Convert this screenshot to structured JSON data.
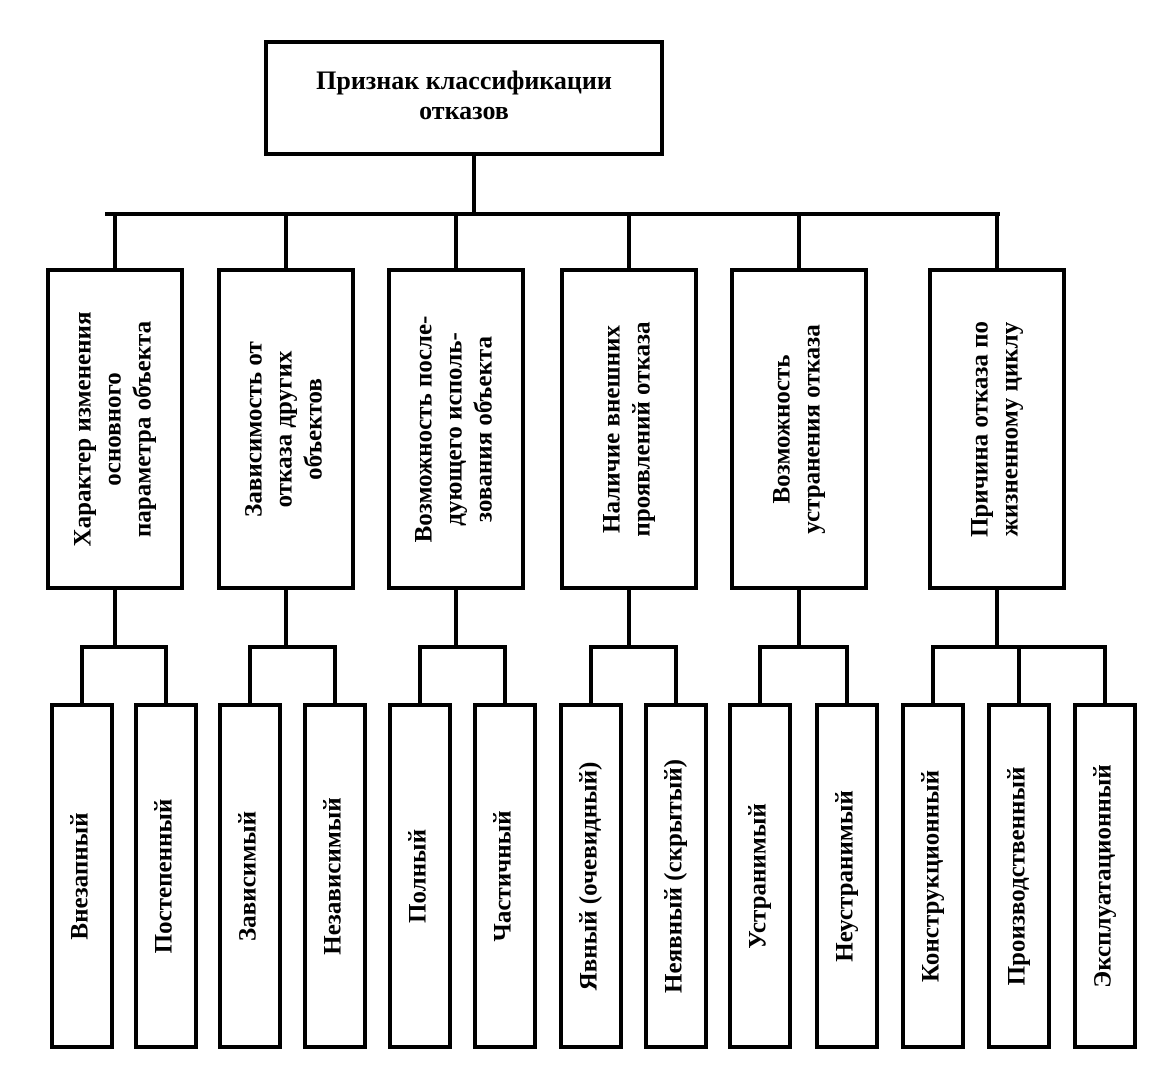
{
  "root": {
    "lines": [
      "Признак классификации",
      "отказов"
    ]
  },
  "categories": [
    {
      "lines": [
        "Характер изменения",
        "основного",
        "параметра объекта"
      ],
      "children": [
        "Внезапный",
        "Постепенный"
      ]
    },
    {
      "lines": [
        "Зависимость от",
        "отказа других",
        "объектов"
      ],
      "children": [
        "Зависимый",
        "Независимый"
      ]
    },
    {
      "lines": [
        "Возможность после-",
        "дующего исполь-",
        "зования объекта"
      ],
      "children": [
        "Полный",
        "Частичный"
      ]
    },
    {
      "lines": [
        "Наличие внешних",
        "проявлений отказа"
      ],
      "children": [
        "Явный (очевидный)",
        "Неявный (скрытый)"
      ]
    },
    {
      "lines": [
        "Возможность",
        "устранения отказа"
      ],
      "children": [
        "Устранимый",
        "Неустранимый"
      ]
    },
    {
      "lines": [
        "Причина отказа по",
        "жизненному циклу"
      ],
      "children": [
        "Конструкционный",
        "Производственный",
        "Эксплуатационный"
      ]
    }
  ]
}
